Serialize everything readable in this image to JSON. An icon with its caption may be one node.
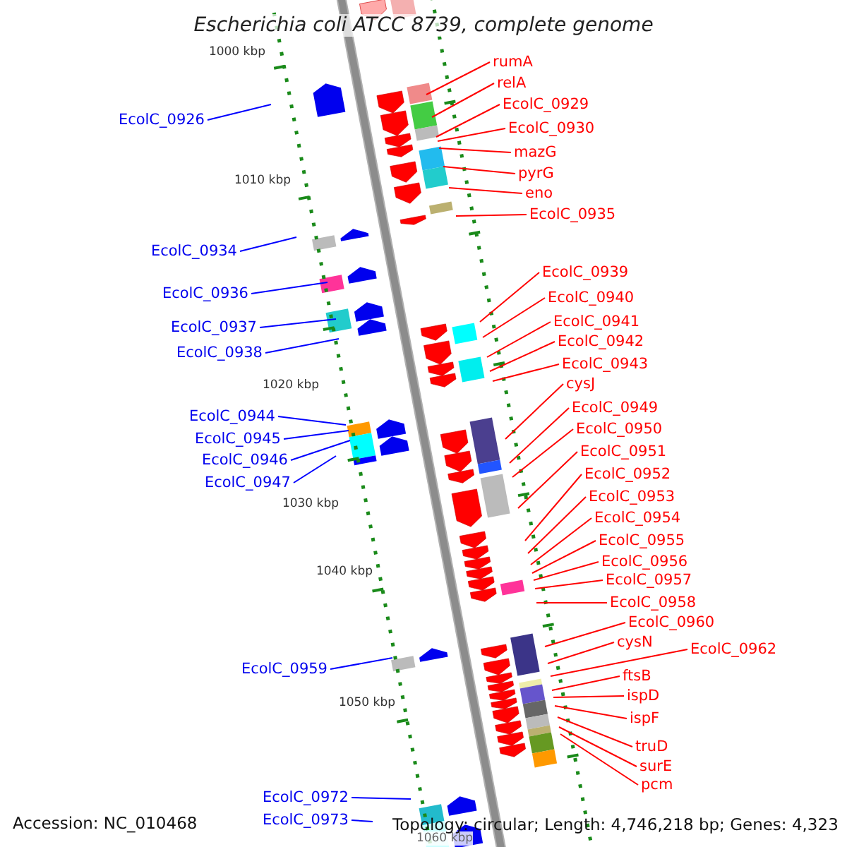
{
  "diagram": {
    "title": "Escherichia coli ATCC 8739, complete genome",
    "nodes": [
      {
        "text": [
          "rumA"
        ]
      },
      {
        "text": [
          "relA"
        ]
      },
      {
        "text": [
          "EcolC_0929"
        ]
      },
      {
        "text": [
          "EcolC_0926"
        ]
      },
      {
        "text": [
          "EcolC_0930"
        ]
      },
      {
        "text": [
          "mazG"
        ]
      },
      {
        "text": [
          "pyrG"
        ]
      },
      {
        "text": [
          "eno"
        ]
      },
      {
        "text": [
          "EcolC_0935"
        ]
      },
      {
        "text": [
          "EcolC_0934"
        ]
      },
      {
        "text": [
          "EcolC_0939"
        ]
      },
      {
        "text": [
          "EcolC_0936"
        ]
      },
      {
        "text": [
          "EcolC_0940"
        ]
      },
      {
        "text": [
          "EcolC_0941"
        ]
      },
      {
        "text": [
          "EcolC_0937"
        ]
      },
      {
        "text": [
          "EcolC_0942"
        ]
      },
      {
        "text": [
          "EcolC_0938"
        ]
      },
      {
        "text": [
          "EcolC_0943"
        ]
      },
      {
        "text": [
          "cysJ"
        ]
      },
      {
        "text": [
          "EcolC_0949"
        ]
      },
      {
        "text": [
          "EcolC_0944"
        ]
      },
      {
        "text": [
          "EcolC_0950"
        ]
      },
      {
        "text": [
          "EcolC_0945"
        ]
      },
      {
        "text": [
          "EcolC_0951"
        ]
      },
      {
        "text": [
          "EcolC_0946"
        ]
      },
      {
        "text": [
          "EcolC_0952"
        ]
      },
      {
        "text": [
          "EcolC_0947"
        ]
      },
      {
        "text": [
          "EcolC_0953"
        ]
      },
      {
        "text": [
          "EcolC_0954"
        ]
      },
      {
        "text": [
          "EcolC_0955"
        ]
      },
      {
        "text": [
          "EcolC_0956"
        ]
      },
      {
        "text": [
          "EcolC_0957"
        ]
      },
      {
        "text": [
          "EcolC_0958"
        ]
      },
      {
        "text": [
          "EcolC_0960"
        ]
      },
      {
        "text": [
          "cysN"
        ]
      },
      {
        "text": [
          "EcolC_0962"
        ]
      },
      {
        "text": [
          "EcolC_0959"
        ]
      },
      {
        "text": [
          "ftsB"
        ]
      },
      {
        "text": [
          "ispD"
        ]
      },
      {
        "text": [
          "ispF"
        ]
      },
      {
        "text": [
          "truD"
        ]
      },
      {
        "text": [
          "surE"
        ]
      },
      {
        "text": [
          "pcm"
        ]
      },
      {
        "text": [
          "EcolC_0972"
        ]
      },
      {
        "text": [
          "EcolC_0973"
        ]
      }
    ],
    "edges": [
      {
        "from": 0,
        "to": null,
        "arrow": "none"
      },
      {
        "from": 1,
        "to": null,
        "arrow": "none"
      },
      {
        "from": 2,
        "to": null,
        "arrow": "none"
      },
      {
        "from": 3,
        "to": null,
        "arrow": "none",
        "color": "#0000ff"
      },
      {
        "from": 4,
        "to": null,
        "arrow": "none"
      },
      {
        "from": 5,
        "to": null,
        "arrow": "none"
      },
      {
        "from": 6,
        "to": null,
        "arrow": "none"
      },
      {
        "from": 7,
        "to": null,
        "arrow": "none"
      },
      {
        "from": 8,
        "to": null,
        "arrow": "none"
      },
      {
        "from": 9,
        "to": null,
        "arrow": "none",
        "color": "#0000ff"
      },
      {
        "from": 10,
        "to": null,
        "arrow": "none"
      },
      {
        "from": 11,
        "to": null,
        "arrow": "none",
        "color": "#0000ff"
      },
      {
        "from": 12,
        "to": null,
        "arrow": "none"
      },
      {
        "from": 13,
        "to": null,
        "arrow": "none"
      },
      {
        "from": 14,
        "to": null,
        "arrow": "none",
        "color": "#0000ff"
      },
      {
        "from": 15,
        "to": null,
        "arrow": "none"
      },
      {
        "from": 16,
        "to": null,
        "arrow": "none",
        "color": "#0000ff"
      },
      {
        "from": 17,
        "to": null,
        "arrow": "none"
      },
      {
        "from": 18,
        "to": null,
        "arrow": "none"
      },
      {
        "from": 19,
        "to": null,
        "arrow": "none"
      },
      {
        "from": 20,
        "to": null,
        "arrow": "none",
        "color": "#0000ff"
      },
      {
        "from": 21,
        "to": null,
        "arrow": "none"
      },
      {
        "from": 22,
        "to": null,
        "arrow": "none",
        "color": "#0000ff"
      },
      {
        "from": 23,
        "to": null,
        "arrow": "none"
      },
      {
        "from": 24,
        "to": null,
        "arrow": "none",
        "color": "#0000ff"
      },
      {
        "from": 25,
        "to": null,
        "arrow": "none"
      },
      {
        "from": 26,
        "to": null,
        "arrow": "none",
        "color": "#0000ff"
      },
      {
        "from": 27,
        "to": null,
        "arrow": "none"
      },
      {
        "from": 28,
        "to": null,
        "arrow": "none"
      },
      {
        "from": 29,
        "to": null,
        "arrow": "none"
      },
      {
        "from": 30,
        "to": null,
        "arrow": "none"
      },
      {
        "from": 31,
        "to": null,
        "arrow": "none"
      },
      {
        "from": 32,
        "to": null,
        "arrow": "none"
      },
      {
        "from": 33,
        "to": null,
        "arrow": "none"
      },
      {
        "from": 34,
        "to": null,
        "arrow": "none"
      },
      {
        "from": 35,
        "to": null,
        "arrow": "none"
      },
      {
        "from": 36,
        "to": null,
        "arrow": "none",
        "color": "#0000ff"
      },
      {
        "from": 37,
        "to": null,
        "arrow": "none"
      },
      {
        "from": 38,
        "to": null,
        "arrow": "none"
      },
      {
        "from": 39,
        "to": null,
        "arrow": "none"
      },
      {
        "from": 40,
        "to": null,
        "arrow": "none"
      },
      {
        "from": 41,
        "to": null,
        "arrow": "none"
      },
      {
        "from": 42,
        "to": null,
        "arrow": "none"
      },
      {
        "from": 43,
        "to": null,
        "arrow": "none",
        "color": "#0000ff"
      },
      {
        "from": 44,
        "to": null,
        "arrow": "none",
        "color": "#0000ff"
      }
    ],
    "labels": [
      "1000 kbp",
      "1010 kbp",
      "1020 kbp",
      "1030 kbp",
      "1040 kbp",
      "1050 kbp",
      "1060 kbp",
      "Accession: NC_010468",
      "Topology: circular; Length: 4,746,218 bp; Genes: 4,323"
    ]
  }
}
